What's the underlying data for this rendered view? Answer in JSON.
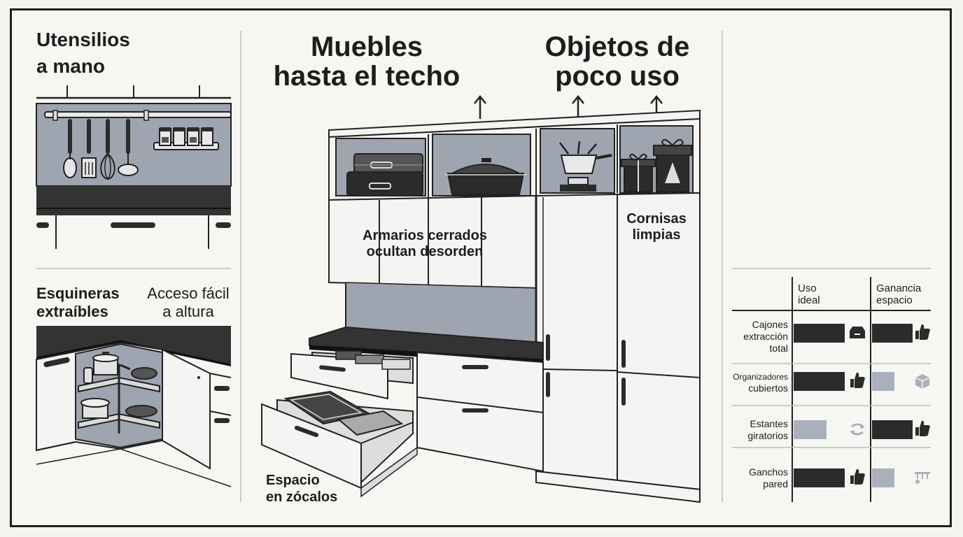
{
  "left_panel": {
    "title_line1": "Utensilios",
    "title_line2": "a mano",
    "corner_title_line1": "Esquineras",
    "corner_title_line2": "extraíbles",
    "corner_note_line1": "Acceso fácil",
    "corner_note_line2": "a altura"
  },
  "center_panel": {
    "title_left_line1": "Muebles",
    "title_left_line2": "hasta el techo",
    "title_right_line1": "Objetos de",
    "title_right_line2": "poco uso",
    "label_cabinets_line1": "Armarios cerrados",
    "label_cabinets_line2": "ocultan desorden",
    "label_cornices_line1": "Cornisas",
    "label_cornices_line2": "limpias",
    "label_plinth_line1": "Espacio",
    "label_plinth_line2": "en zócalos"
  },
  "table": {
    "header_use_line1": "Uso",
    "header_use_line2": "ideal",
    "header_gain_line1": "Ganancia",
    "header_gain_line2": "espacio",
    "rows": [
      {
        "label_line1": "Cajones",
        "label_line2": "extracción",
        "label_line3": "total",
        "use": 0.85,
        "gain": 0.8,
        "use_icon": "drawer-icon",
        "gain_icon": "thumbs-up-icon"
      },
      {
        "label_line1": "Organizadores",
        "label_line2": "cubiertos",
        "use": 0.85,
        "gain": 0.45,
        "use_icon": "thumbs-up-icon",
        "gain_icon": "box-icon"
      },
      {
        "label_line1": "Estantes",
        "label_line2": "giratorios",
        "use": 0.55,
        "gain": 0.8,
        "use_icon": "rotate-icon",
        "gain_icon": "thumbs-up-icon"
      },
      {
        "label_line1": "Ganchos",
        "label_line2": "pared",
        "use": 0.85,
        "gain": 0.45,
        "use_icon": "thumbs-up-icon",
        "gain_icon": "hook-rail-icon"
      }
    ]
  },
  "colors": {
    "dark": "#2b2b2b",
    "gray_bar": "#aab0bb",
    "wall": "#9ea4b0",
    "counter": "#333333"
  }
}
